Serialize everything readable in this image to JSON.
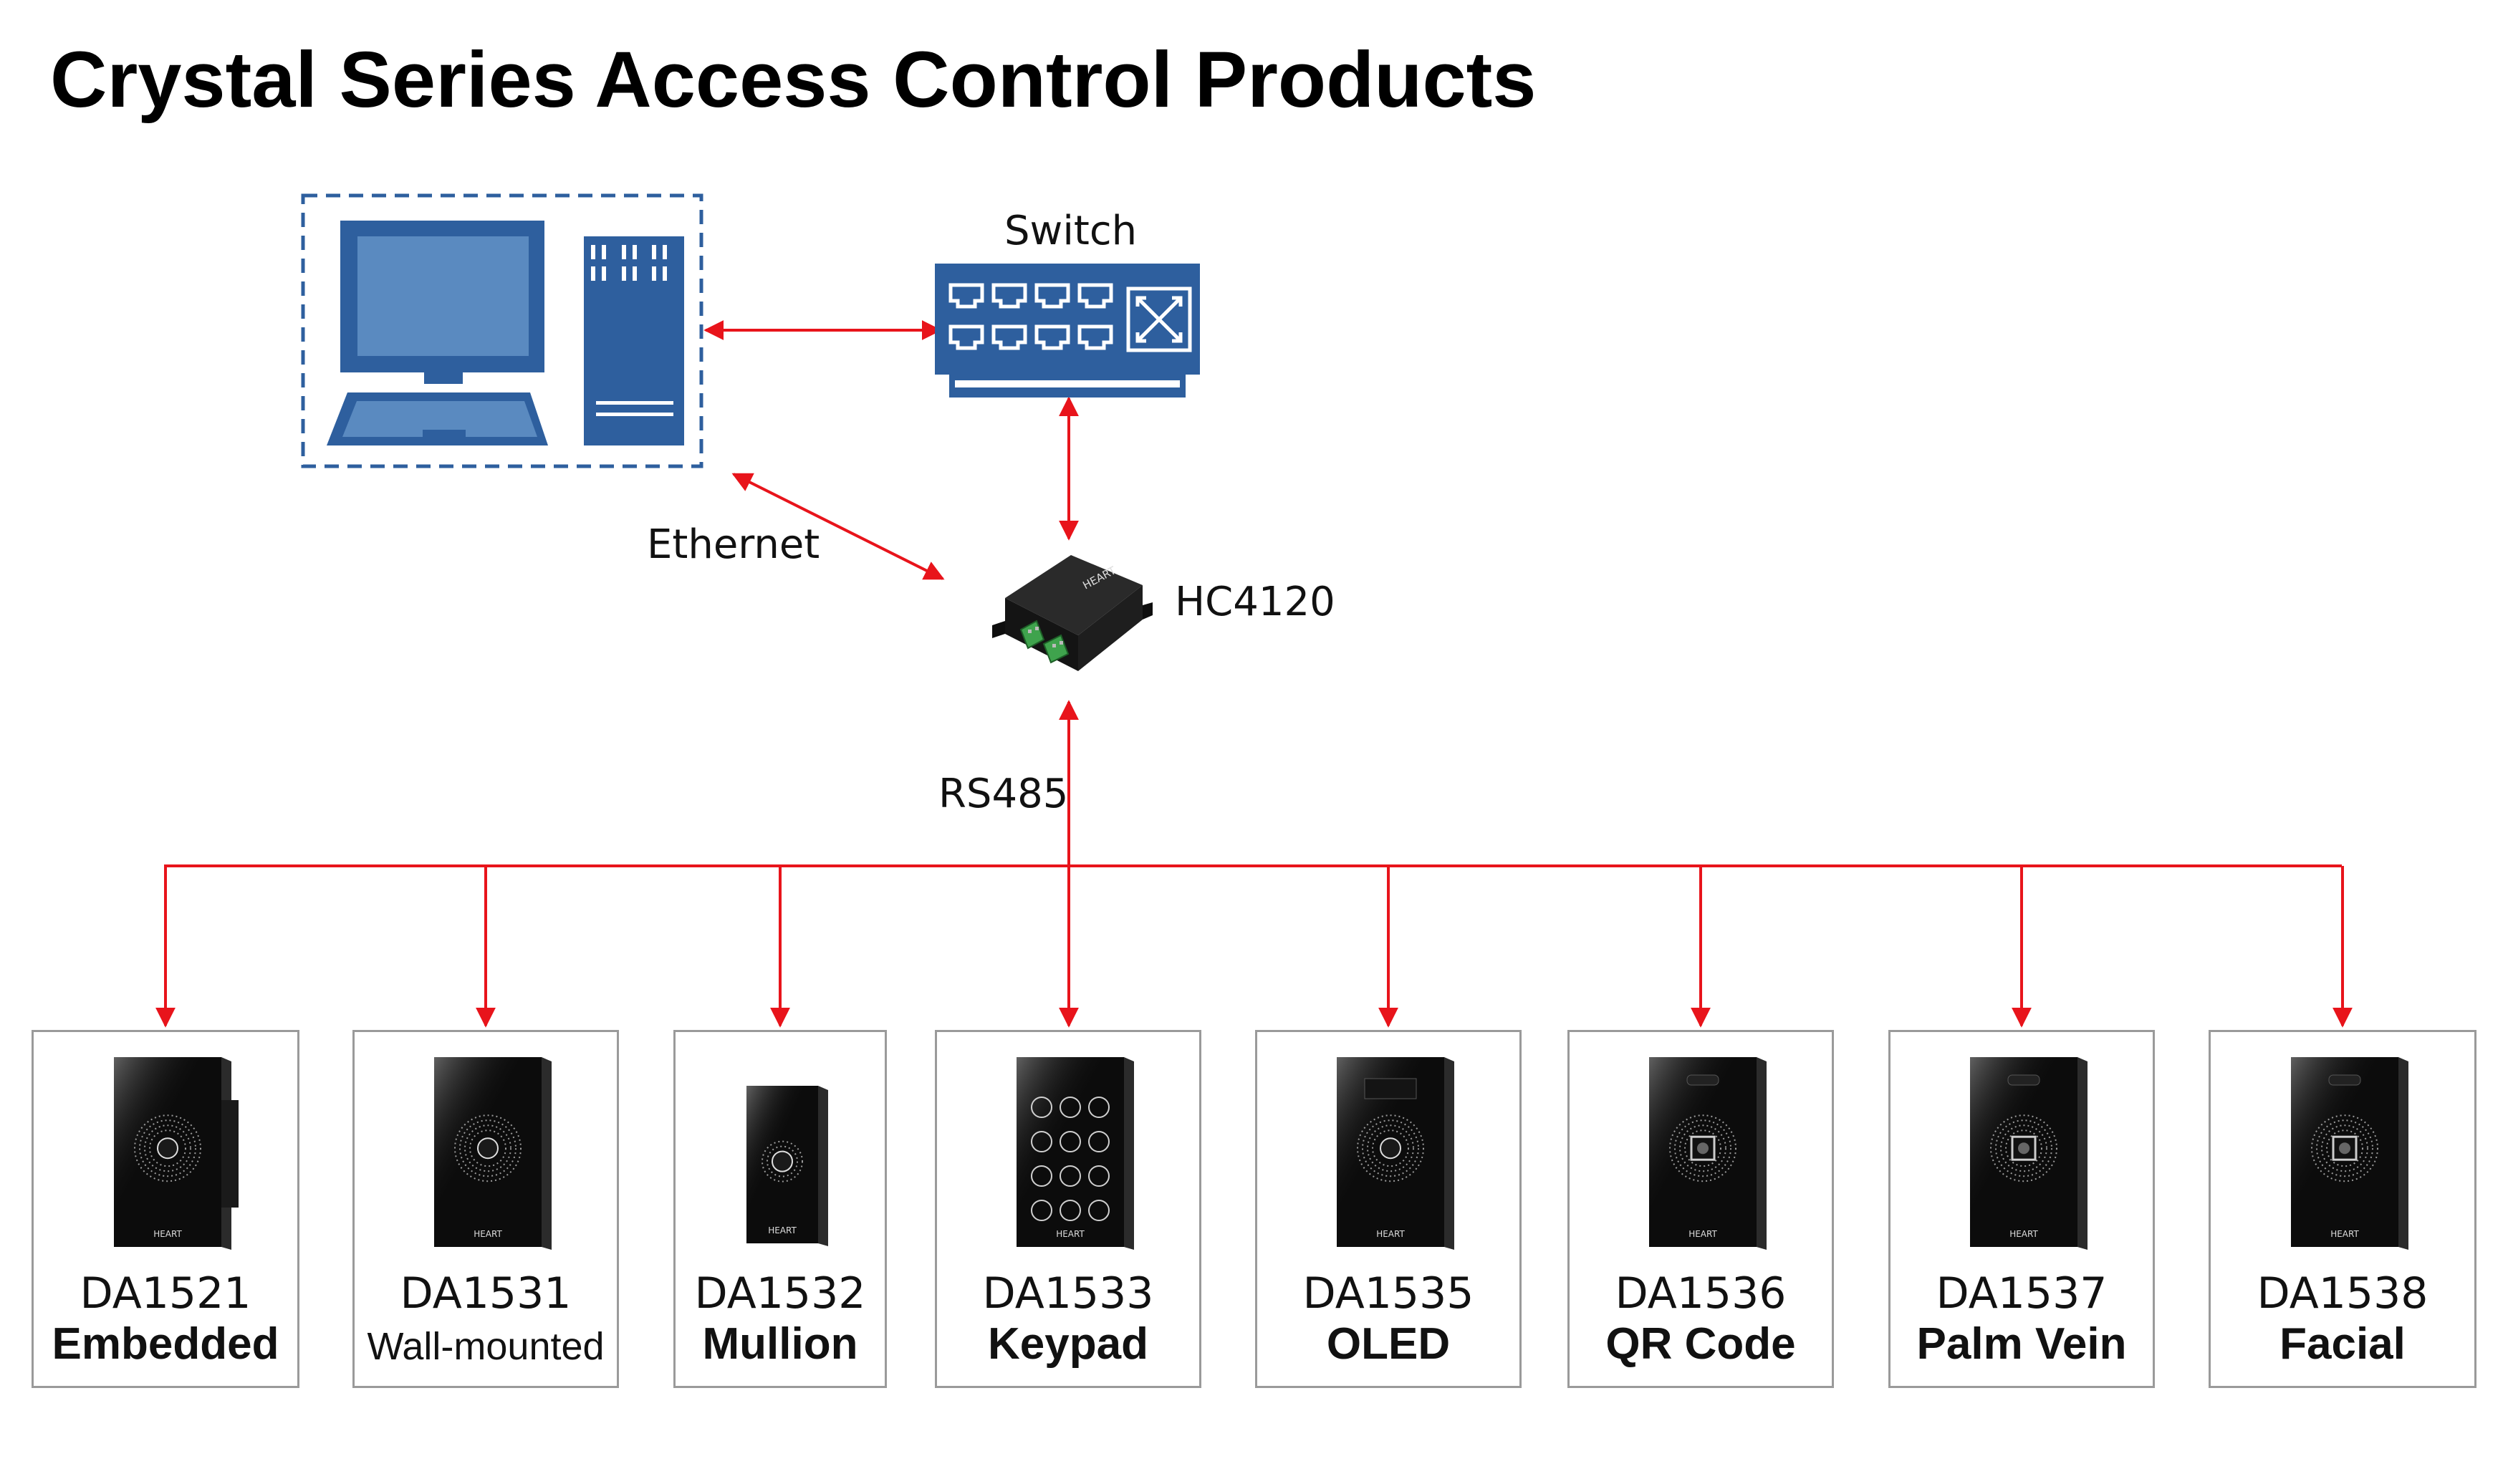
{
  "title": "Crystal Series Access Control Products",
  "labels": {
    "switch": "Switch",
    "ethernet": "Ethernet",
    "controller": "HC4120",
    "bus": "RS485"
  },
  "brand_text": "HEART",
  "colors": {
    "connector": "#e8141b",
    "device_blue": "#2e5f9e",
    "panel": "#0c0c0c"
  },
  "products": [
    {
      "model": "DA1521",
      "type": "Embedded"
    },
    {
      "model": "DA1531",
      "type": "Wall-mounted"
    },
    {
      "model": "DA1532",
      "type": "Mullion"
    },
    {
      "model": "DA1533",
      "type": "Keypad"
    },
    {
      "model": "DA1535",
      "type": "OLED"
    },
    {
      "model": "DA1536",
      "type": "QR Code"
    },
    {
      "model": "DA1537",
      "type": "Palm Vein"
    },
    {
      "model": "DA1538",
      "type": "Facial"
    }
  ]
}
